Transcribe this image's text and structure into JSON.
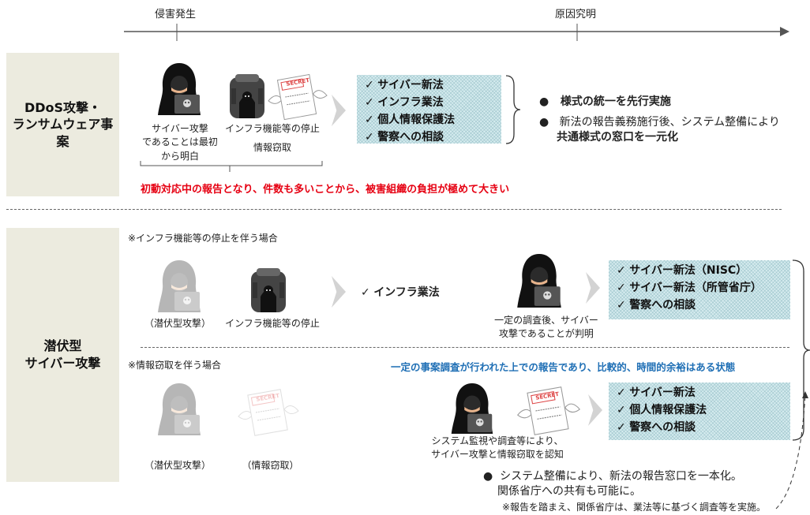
{
  "timeline": {
    "start_label": "侵害発生",
    "end_label": "原因究明"
  },
  "section1": {
    "label": "DDoS攻撃・\nランサムウェア事案",
    "caption_attack": "サイバー攻撃\nであることは最初\nから明白",
    "caption_infra": "インフラ機能等の停止",
    "caption_leak": "情報窃取",
    "burden_note": "初動対応中の報告となり、件数も多いことから、被害組織の負担が極めて大きい",
    "laws": [
      "サイバー新法",
      "インフラ業法",
      "個人情報保護法",
      "警察への相談"
    ],
    "bullets": [
      "様式の統一を先行実施",
      "新法の報告義務施行後、システム整備により",
      "共通様式の窓口を一元化"
    ]
  },
  "section2": {
    "label": "潜伏型\nサイバー攻撃",
    "case_infra": {
      "title": "※インフラ機能等の停止を伴う場合",
      "caption_attack": "（潜伏型攻撃）",
      "caption_infra": "インフラ機能等の停止",
      "law": "インフラ業法",
      "caption_found": "一定の調査後、サイバー\n攻撃であることが判明",
      "laws": [
        "サイバー新法（NISC）",
        "サイバー新法（所管省庁）",
        "警察への相談"
      ]
    },
    "case_leak": {
      "title": "※情報窃取を伴う場合",
      "caption_attack": "（潜伏型攻撃）",
      "caption_leak": "（情報窃取）",
      "caption_found": "システム監視や調査等により、\nサイバー攻撃と情報窃取を認知",
      "laws": [
        "サイバー新法",
        "個人情報保護法",
        "警察への相談"
      ]
    },
    "status_note": "一定の事案調査が行われた上での報告であり、比較的、時間的余裕はある状態",
    "bullet_line1": "システム整備により、新法の報告窓口を一本化。",
    "bullet_line2": "関係省庁への共有も可能に。",
    "footnote": "※報告を踏まえ、関係省庁は、業法等に基づく調査等を実施。",
    "secret_text": "SECRET"
  },
  "colors": {
    "red": "#e60012",
    "blue": "#1f6fb5",
    "label_bg": "#ecebdf"
  }
}
